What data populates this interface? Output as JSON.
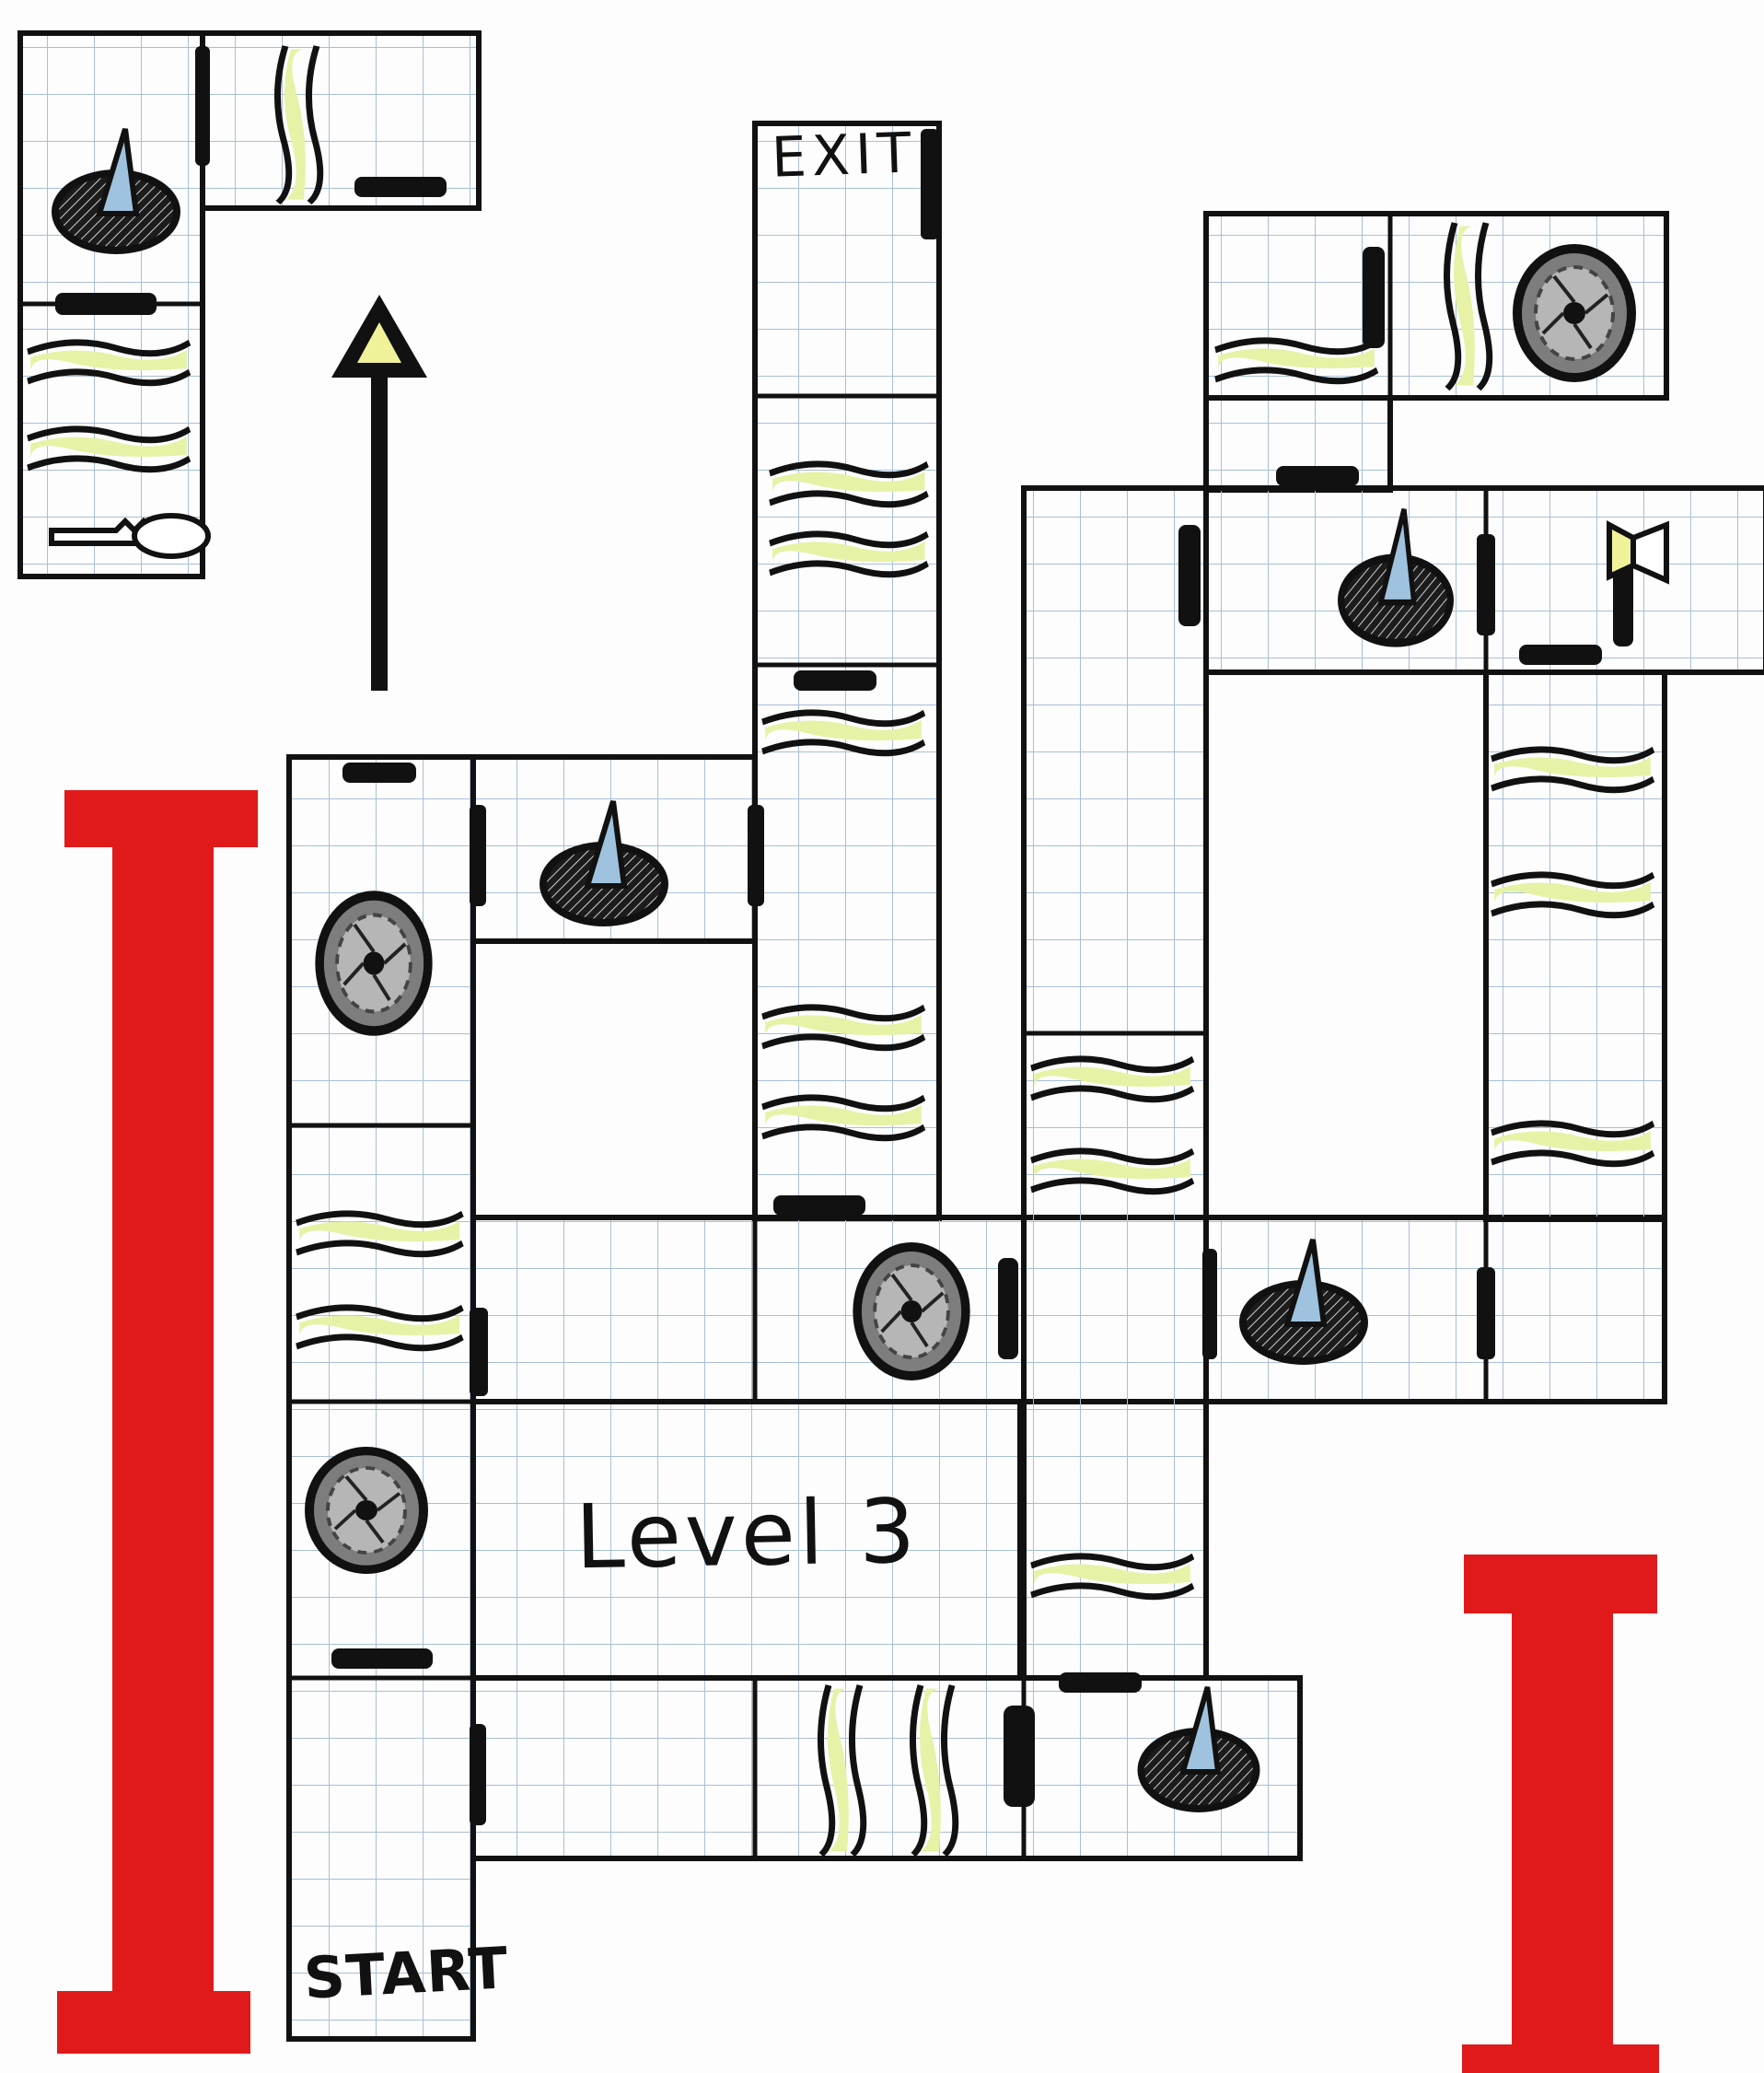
{
  "labels": {
    "exit": "EXIT",
    "start": "START",
    "level": "Level 3"
  },
  "icons": [
    "spike-trap-icon",
    "pit-trap-icon",
    "water-hazard-icon",
    "door-icon",
    "key-icon",
    "axe-icon",
    "direction-arrow-icon",
    "roman-numeral-icon"
  ],
  "colors": {
    "grid_line": "#a9bfd6",
    "wall_line": "#111111",
    "water_fill": "#e6f2a6",
    "pit_fill": "#8c8c8c",
    "spike_fill": "#9fc3de",
    "numeral_red": "#e01a1a",
    "paper": "#fdfdfd"
  }
}
